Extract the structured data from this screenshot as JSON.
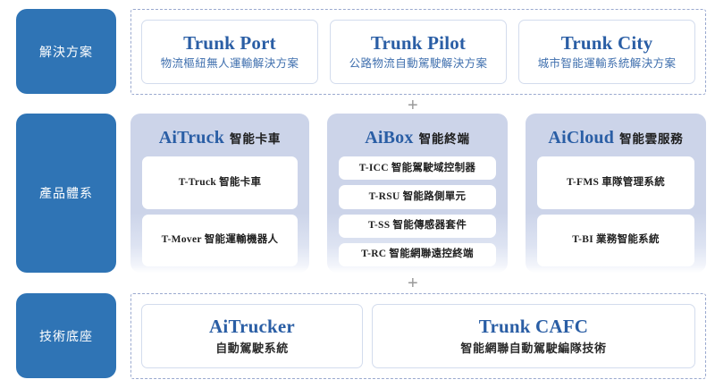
{
  "rows": {
    "solutions": {
      "label": "解決方案",
      "cards": [
        {
          "title": "Trunk Port",
          "subtitle": "物流樞紐無人運輸解決方案"
        },
        {
          "title": "Trunk Pilot",
          "subtitle": "公路物流自動駕駛解決方案"
        },
        {
          "title": "Trunk City",
          "subtitle": "城市智能運輸系統解決方案"
        }
      ]
    },
    "products": {
      "label": "產品體系",
      "panels": [
        {
          "brand": "AiTruck",
          "brand_cn": "智能卡車",
          "items": [
            {
              "code": "T-Truck",
              "name": "智能卡車"
            },
            {
              "code": "T-Mover",
              "name": "智能運輸機器人"
            }
          ]
        },
        {
          "brand": "AiBox",
          "brand_cn": "智能終端",
          "items": [
            {
              "code": "T-ICC",
              "name": "智能駕駛域控制器"
            },
            {
              "code": "T-RSU",
              "name": "智能路側單元"
            },
            {
              "code": "T-SS",
              "name": "智能傳感器套件"
            },
            {
              "code": "T-RC",
              "name": "智能網聯遠控終端"
            }
          ]
        },
        {
          "brand": "AiCloud",
          "brand_cn": "智能雲服務",
          "items": [
            {
              "code": "T-FMS",
              "name": "車隊管理系統"
            },
            {
              "code": "T-BI",
              "name": "業務智能系統"
            }
          ]
        }
      ]
    },
    "tech": {
      "label": "技術底座",
      "cards": [
        {
          "title": "AiTrucker",
          "subtitle": "自動駕駛系統"
        },
        {
          "title": "Trunk CAFC",
          "subtitle": "智能網聯自動駕駛編隊技術"
        }
      ]
    }
  },
  "separators": {
    "plus_1": "+",
    "plus_2": "+"
  },
  "colors": {
    "brand_blue": "#2f74b5",
    "title_blue": "#2a5ea5",
    "subtitle_blue": "#3f6fae",
    "panel_bg": "#ccd4e9",
    "dashed_border": "#9aa9cf"
  }
}
